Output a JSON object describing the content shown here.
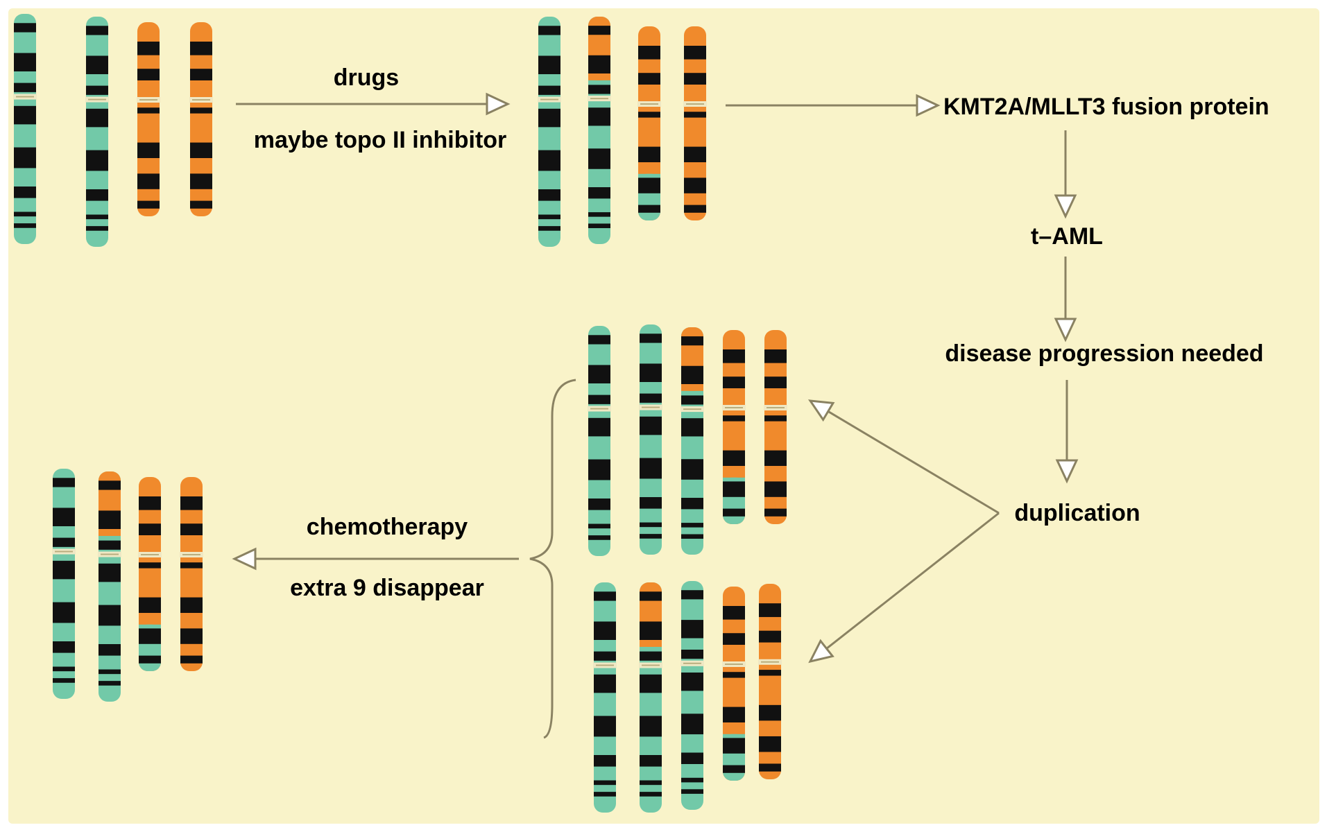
{
  "labels": {
    "drugs": "drugs",
    "topo": "maybe topo II inhibitor",
    "fusion": "KMT2A/MLLT3 fusion protein",
    "taml": "t–AML",
    "progression": "disease progression needed",
    "duplication": "duplication",
    "chemo": "chemotherapy",
    "extra9": "extra 9 disappear"
  },
  "colors": {
    "background": "#f9f3c9",
    "teal": "#72c9a8",
    "orange": "#f08a2c",
    "band": "#111111",
    "arrow": "#8a8262"
  }
}
